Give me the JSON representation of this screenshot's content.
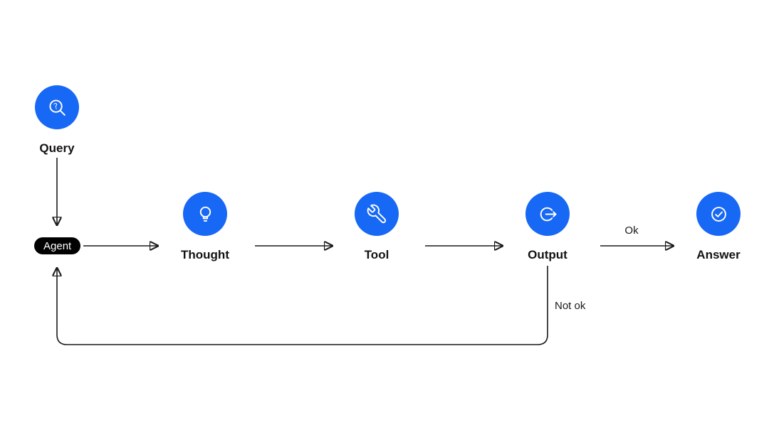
{
  "diagram": {
    "nodes": {
      "query": {
        "label": "Query",
        "icon": "search-question-icon"
      },
      "agent": {
        "label": "Agent",
        "icon": "none"
      },
      "thought": {
        "label": "Thought",
        "icon": "lightbulb-icon"
      },
      "tool": {
        "label": "Tool",
        "icon": "wrench-icon"
      },
      "output": {
        "label": "Output",
        "icon": "export-arrow-icon"
      },
      "answer": {
        "label": "Answer",
        "icon": "check-circle-icon"
      }
    },
    "edge_labels": {
      "ok": "Ok",
      "not_ok": "Not ok"
    },
    "flow": [
      {
        "from": "Query",
        "to": "Agent",
        "label": ""
      },
      {
        "from": "Agent",
        "to": "Thought",
        "label": ""
      },
      {
        "from": "Thought",
        "to": "Tool",
        "label": ""
      },
      {
        "from": "Tool",
        "to": "Output",
        "label": ""
      },
      {
        "from": "Output",
        "to": "Answer",
        "label": "Ok"
      },
      {
        "from": "Output",
        "to": "Agent",
        "label": "Not ok"
      }
    ],
    "colors": {
      "node_fill": "#1768f5",
      "agent_fill": "#000000",
      "icon_stroke": "#ffffff",
      "connector": "#1a1a1a",
      "label_text": "#121212",
      "background": "#ffffff"
    }
  }
}
